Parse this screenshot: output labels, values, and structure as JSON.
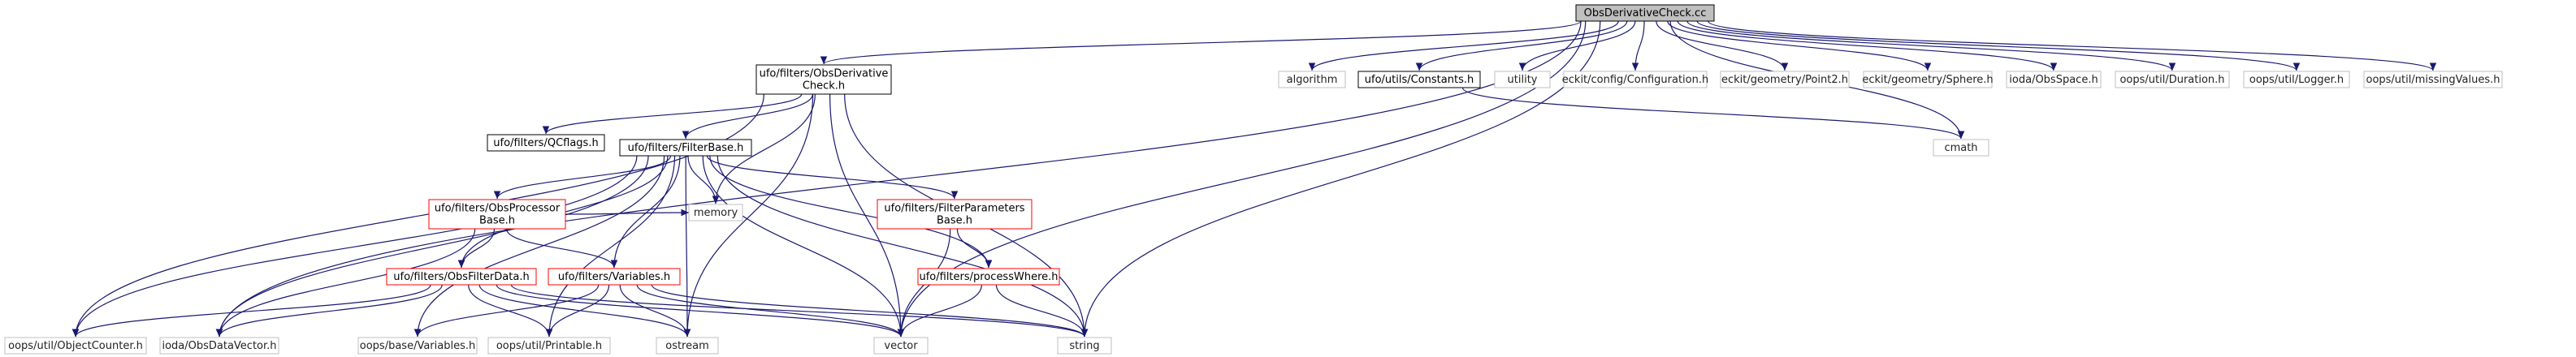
{
  "colors": {
    "edge": "#191970",
    "edge_gray": "#808080",
    "border_black": "#000000",
    "border_red": "#ff0000",
    "border_gray": "#bfbfbf",
    "root_fill": "#bfbfbf",
    "text": "#000000"
  },
  "nodes": [
    {
      "id": "root",
      "lines": [
        "ObsDerivativeCheck.cc"
      ],
      "style": "root"
    },
    {
      "id": "obsderivh",
      "lines": [
        "ufo/filters/ObsDerivative",
        "Check.h"
      ],
      "style": "black"
    },
    {
      "id": "algorithm",
      "lines": [
        "algorithm"
      ],
      "style": "gray"
    },
    {
      "id": "constants",
      "lines": [
        "ufo/utils/Constants.h"
      ],
      "style": "black"
    },
    {
      "id": "utility",
      "lines": [
        "utility"
      ],
      "style": "gray"
    },
    {
      "id": "config",
      "lines": [
        "eckit/config/Configuration.h"
      ],
      "style": "gray"
    },
    {
      "id": "point2",
      "lines": [
        "eckit/geometry/Point2.h"
      ],
      "style": "gray"
    },
    {
      "id": "sphere",
      "lines": [
        "eckit/geometry/Sphere.h"
      ],
      "style": "gray"
    },
    {
      "id": "obsspace",
      "lines": [
        "ioda/ObsSpace.h"
      ],
      "style": "gray"
    },
    {
      "id": "duration",
      "lines": [
        "oops/util/Duration.h"
      ],
      "style": "gray"
    },
    {
      "id": "logger",
      "lines": [
        "oops/util/Logger.h"
      ],
      "style": "gray"
    },
    {
      "id": "missing",
      "lines": [
        "oops/util/missingValues.h"
      ],
      "style": "gray"
    },
    {
      "id": "qcflags",
      "lines": [
        "ufo/filters/QCflags.h"
      ],
      "style": "black"
    },
    {
      "id": "filterbase",
      "lines": [
        "ufo/filters/FilterBase.h"
      ],
      "style": "black"
    },
    {
      "id": "cmath",
      "lines": [
        "cmath"
      ],
      "style": "gray"
    },
    {
      "id": "obsproc",
      "lines": [
        "ufo/filters/ObsProcessor",
        "Base.h"
      ],
      "style": "red"
    },
    {
      "id": "memory",
      "lines": [
        "memory"
      ],
      "style": "gray"
    },
    {
      "id": "filterparams",
      "lines": [
        "ufo/filters/FilterParameters",
        "Base.h"
      ],
      "style": "red"
    },
    {
      "id": "processwhere",
      "lines": [
        "ufo/filters/processWhere.h"
      ],
      "style": "red"
    },
    {
      "id": "obsfilterdata",
      "lines": [
        "ufo/filters/ObsFilterData.h"
      ],
      "style": "red"
    },
    {
      "id": "variables",
      "lines": [
        "ufo/filters/Variables.h"
      ],
      "style": "red"
    },
    {
      "id": "objcounter",
      "lines": [
        "oops/util/ObjectCounter.h"
      ],
      "style": "gray"
    },
    {
      "id": "datavector",
      "lines": [
        "ioda/ObsDataVector.h"
      ],
      "style": "gray"
    },
    {
      "id": "basevars",
      "lines": [
        "oops/base/Variables.h"
      ],
      "style": "gray"
    },
    {
      "id": "printable",
      "lines": [
        "oops/util/Printable.h"
      ],
      "style": "gray"
    },
    {
      "id": "ostream",
      "lines": [
        "ostream"
      ],
      "style": "gray"
    },
    {
      "id": "vector",
      "lines": [
        "vector"
      ],
      "style": "gray"
    },
    {
      "id": "string",
      "lines": [
        "string"
      ],
      "style": "gray"
    }
  ],
  "edges": [
    [
      "root",
      "obsderivh"
    ],
    [
      "root",
      "algorithm"
    ],
    [
      "root",
      "constants"
    ],
    [
      "root",
      "utility"
    ],
    [
      "root",
      "config"
    ],
    [
      "root",
      "point2"
    ],
    [
      "root",
      "sphere"
    ],
    [
      "root",
      "obsspace"
    ],
    [
      "root",
      "duration"
    ],
    [
      "root",
      "logger"
    ],
    [
      "root",
      "missing"
    ],
    [
      "root",
      "cmath"
    ],
    [
      "root",
      "vector"
    ],
    [
      "root",
      "string"
    ],
    [
      "root",
      "datavector"
    ],
    [
      "constants",
      "cmath"
    ],
    [
      "obsderivh",
      "qcflags"
    ],
    [
      "obsderivh",
      "filterbase"
    ],
    [
      "obsderivh",
      "objcounter"
    ],
    [
      "obsderivh",
      "memory"
    ],
    [
      "obsderivh",
      "ostream"
    ],
    [
      "obsderivh",
      "vector"
    ],
    [
      "obsderivh",
      "string"
    ],
    [
      "filterbase",
      "obsproc"
    ],
    [
      "filterbase",
      "filterparams"
    ],
    [
      "filterbase",
      "processwhere"
    ],
    [
      "filterbase",
      "obsfilterdata"
    ],
    [
      "filterbase",
      "variables"
    ],
    [
      "filterbase",
      "memory"
    ],
    [
      "filterbase",
      "objcounter"
    ],
    [
      "filterbase",
      "datavector"
    ],
    [
      "filterbase",
      "basevars"
    ],
    [
      "filterbase",
      "printable"
    ],
    [
      "filterbase",
      "ostream"
    ],
    [
      "filterbase",
      "vector"
    ],
    [
      "filterbase",
      "string"
    ],
    [
      "obsproc",
      "obsfilterdata"
    ],
    [
      "obsproc",
      "variables"
    ],
    [
      "obsproc",
      "memory"
    ],
    [
      "obsproc",
      "datavector"
    ],
    [
      "filterparams",
      "processwhere"
    ],
    [
      "filterparams",
      "vector"
    ],
    [
      "processwhere",
      "vector"
    ],
    [
      "processwhere",
      "string"
    ],
    [
      "obsfilterdata",
      "objcounter"
    ],
    [
      "obsfilterdata",
      "datavector"
    ],
    [
      "obsfilterdata",
      "printable"
    ],
    [
      "obsfilterdata",
      "ostream"
    ],
    [
      "obsfilterdata",
      "vector"
    ],
    [
      "obsfilterdata",
      "string"
    ],
    [
      "variables",
      "basevars"
    ],
    [
      "variables",
      "printable"
    ],
    [
      "variables",
      "ostream"
    ],
    [
      "variables",
      "vector"
    ],
    [
      "variables",
      "string"
    ]
  ]
}
